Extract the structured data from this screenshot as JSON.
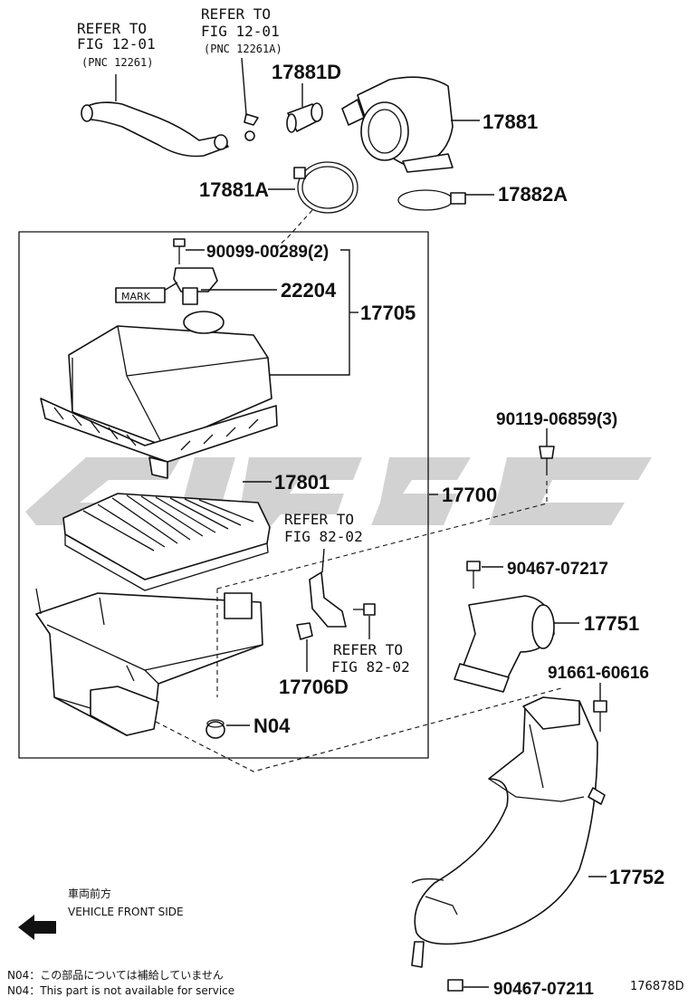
{
  "figure_id": "176878D",
  "refs": {
    "ref1": {
      "line1": "REFER TO",
      "line2": "FIG 12-01",
      "line3": "(PNC 12261)"
    },
    "ref2": {
      "line1": "REFER TO",
      "line2": "FIG 12-01",
      "line3": "(PNC 12261A)"
    },
    "ref3": {
      "line1": "REFER TO",
      "line2": "FIG 82-02"
    },
    "ref4": {
      "line1": "REFER TO",
      "line2": "FIG 82-02"
    }
  },
  "parts": {
    "p17881D": "17881D",
    "p17881": "17881",
    "p17881A": "17881A",
    "p17882A": "17882A",
    "p90099": "90099-00289(2)",
    "p22204": "22204",
    "p17705": "17705",
    "mark": "MARK",
    "p90119": "90119-06859(3)",
    "p17801": "17801",
    "p17700": "17700",
    "p90467a": "90467-07217",
    "p17751": "17751",
    "p91661": "91661-60616",
    "p17706D": "17706D",
    "pN04": "N04",
    "p17752": "17752",
    "p90467b": "90467-07211"
  },
  "direction": {
    "jp": "車両前方",
    "en": "VEHICLE FRONT SIDE"
  },
  "notes": {
    "jp": "N04：この部品については補給していません",
    "en": "N04：This part is not available for service"
  }
}
